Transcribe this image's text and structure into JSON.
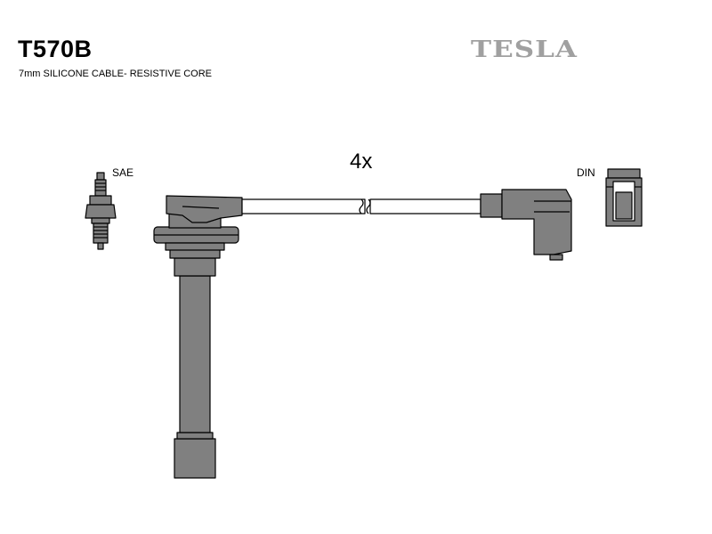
{
  "header": {
    "part_number": "T570B",
    "cable_spec": "7mm SILICONE CABLE- RESISTIVE CORE"
  },
  "brand": {
    "logo_text": "TESLA",
    "logo_color": "#a0a0a0"
  },
  "diagram": {
    "quantity": "4x",
    "left_connector_label": "SAE",
    "right_connector_label": "DIN",
    "fill_color": "#808080",
    "outline_color": "#000000"
  }
}
